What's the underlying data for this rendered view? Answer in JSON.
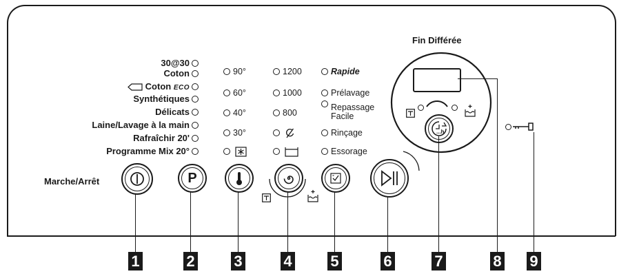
{
  "programmes": [
    "30@30",
    "Coton",
    "Coton ECO",
    "Synthétiques",
    "Délicats",
    "Laine/Lavage à la main",
    "Rafraîchir 20'",
    "Programme Mix 20°"
  ],
  "temperatures": [
    "90°",
    "60°",
    "40°",
    "30°"
  ],
  "spin_speeds": [
    "1200",
    "1000",
    "800"
  ],
  "options": [
    "Rapide",
    "Prélavage",
    "Repassage",
    "Facile",
    "Rinçage",
    "Essorage"
  ],
  "on_off_label": "Marche/Arrêt",
  "delay_title": "Fin Différée",
  "p_button_label": "P",
  "delay_icon_label": "...h",
  "numbers": [
    "1",
    "2",
    "3",
    "4",
    "5",
    "6",
    "7",
    "8",
    "9"
  ],
  "colors": {
    "ink": "#1a1a1a",
    "background": "#ffffff"
  }
}
